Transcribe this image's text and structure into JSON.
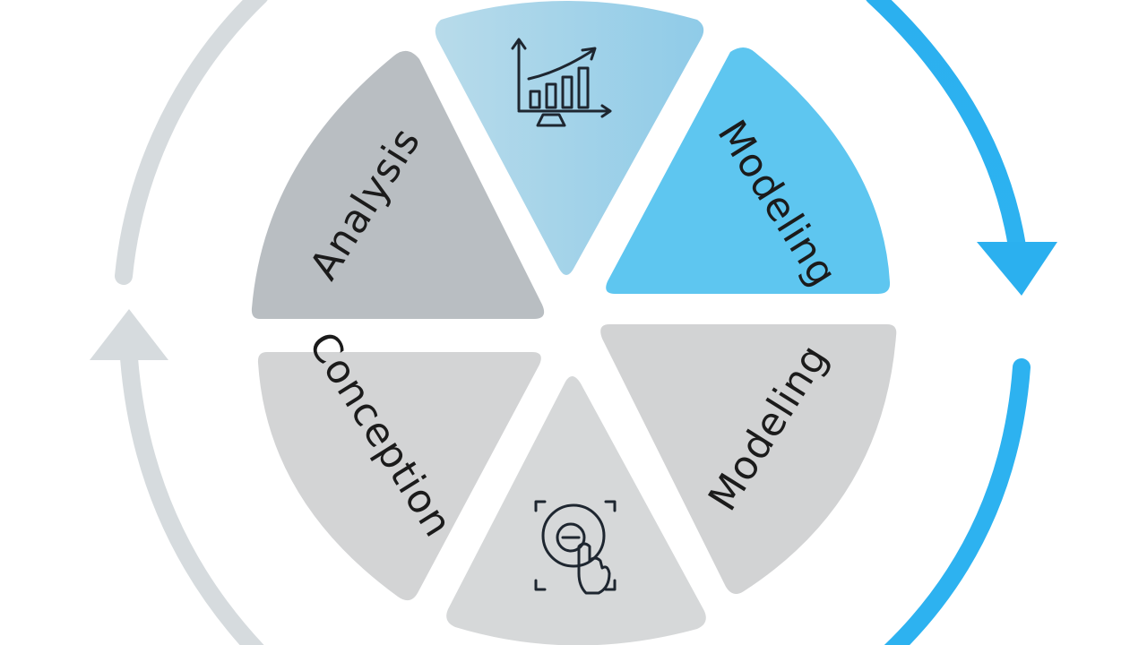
{
  "segments": [
    {
      "label": "Analysis",
      "fill": "#b9bec2"
    },
    {
      "label": "",
      "icon": "analytics-chart-icon",
      "fill": "#a9d3e8"
    },
    {
      "label": "Modeling",
      "fill": "#5ec6f0"
    },
    {
      "label": "Modeling",
      "fill": "#d2d3d4"
    },
    {
      "label": "",
      "icon": "touch-target-icon",
      "fill": "#d6d8d9"
    },
    {
      "label": "Conception",
      "fill": "#d3d4d5"
    }
  ],
  "ring": {
    "gray_color": "#d6dbde",
    "blue_color": "#2bb0ef",
    "arrows": [
      "arrow-down-blue",
      "arrow-up-gray"
    ]
  }
}
